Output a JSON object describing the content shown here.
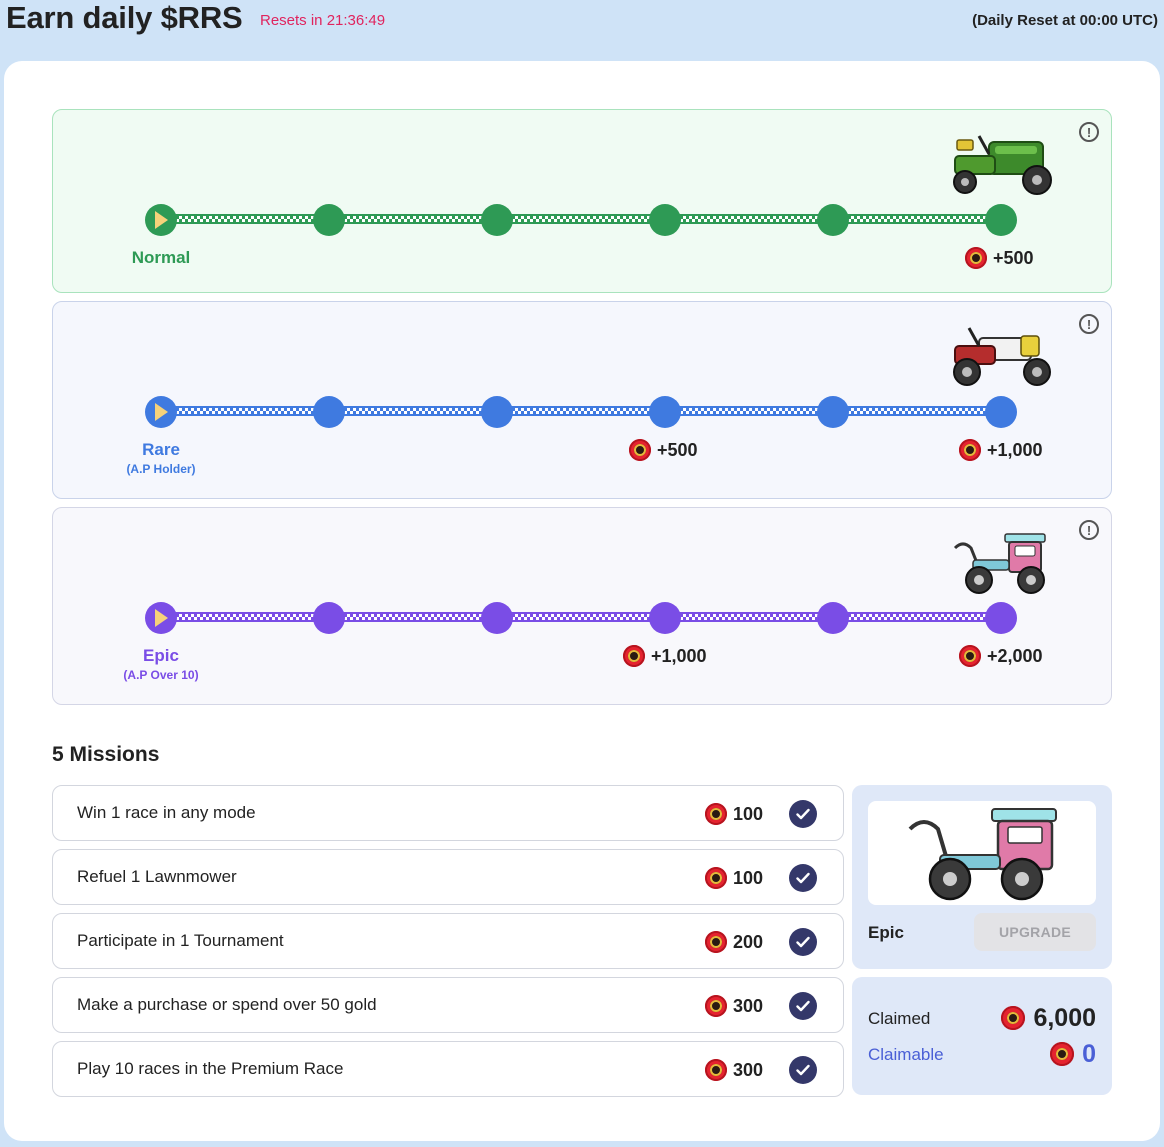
{
  "header": {
    "title": "Earn daily $RRS",
    "reset_countdown": "Resets in 21:36:49",
    "daily_reset_note": "(Daily Reset at 00:00 UTC)"
  },
  "tiers": [
    {
      "name": "Normal",
      "subtitle": "",
      "color": "#2e9a55",
      "vehicle_icon": "green-lawnmower-icon",
      "rewards": [
        {
          "milestone": 6,
          "amount": "+500"
        }
      ]
    },
    {
      "name": "Rare",
      "subtitle": "(A.P Holder)",
      "color": "#3f7ae0",
      "vehicle_icon": "red-lawnmower-icon",
      "rewards": [
        {
          "milestone": 4,
          "amount": "+500"
        },
        {
          "milestone": 6,
          "amount": "+1,000"
        }
      ]
    },
    {
      "name": "Epic",
      "subtitle": "(A.P Over 10)",
      "color": "#7a4de6",
      "vehicle_icon": "pink-cart-icon",
      "rewards": [
        {
          "milestone": 4,
          "amount": "+1,000"
        },
        {
          "milestone": 6,
          "amount": "+2,000"
        }
      ]
    }
  ],
  "missions": {
    "title": "5 Missions",
    "items": [
      {
        "text": "Win 1 race in any mode",
        "reward": "100",
        "completed": true
      },
      {
        "text": "Refuel 1 Lawnmower",
        "reward": "100",
        "completed": true
      },
      {
        "text": "Participate in 1 Tournament",
        "reward": "200",
        "completed": true
      },
      {
        "text": "Make a purchase or spend over 50 gold",
        "reward": "300",
        "completed": true
      },
      {
        "text": "Play 10 races in the Premium Race",
        "reward": "300",
        "completed": true
      }
    ]
  },
  "vehicle_card": {
    "name": "Epic",
    "upgrade_label": "UPGRADE",
    "vehicle_icon": "pink-cart-icon"
  },
  "claim": {
    "claimed_label": "Claimed",
    "claimed_value": "6,000",
    "claimable_label": "Claimable",
    "claimable_value": "0"
  },
  "colors": {
    "background": "#cfe3f7",
    "accent_red": "#e0245e",
    "check": "#34386a",
    "claimable": "#4a5fd6"
  }
}
